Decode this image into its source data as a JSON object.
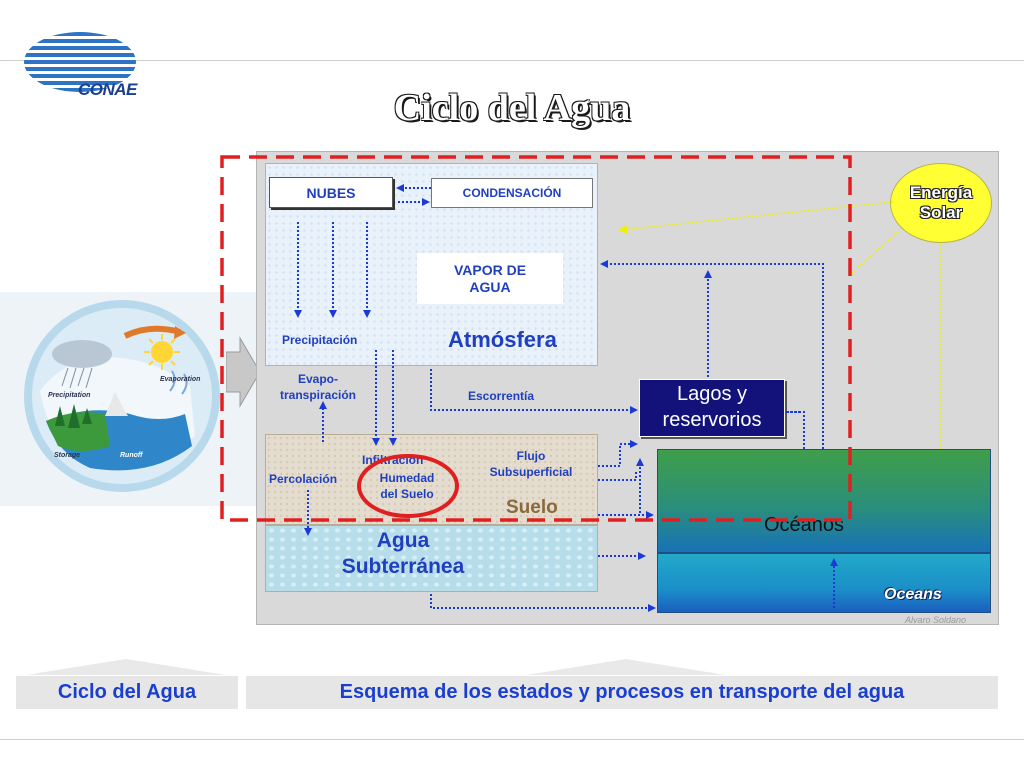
{
  "header": {
    "logo_text": "CONAE",
    "title": "Ciclo del Agua"
  },
  "illustration": {
    "labels": [
      "Precipitation",
      "Evaporation",
      "Storage",
      "Runoff"
    ]
  },
  "diagram": {
    "nubes": "NUBES",
    "condensacion": "CONDENSACIÓN",
    "vapor_line1": "VAPOR DE",
    "vapor_line2": "AGUA",
    "precipitacion": "Precipitación",
    "atmosfera": "Atmósfera",
    "evapo_line1": "Evapo-",
    "evapo_line2": "transpiración",
    "escorrentia": "Escorrentía",
    "lagos_line1": "Lagos y",
    "lagos_line2": "reservorios",
    "energia_line1": "Energía",
    "energia_line2": "Solar",
    "infiltracion": "Infiltración",
    "humedad_line1": "Humedad",
    "humedad_line2": "del Suelo",
    "percolacion": "Percolación",
    "flujo_line1": "Flujo",
    "flujo_line2": "Subsuperficial",
    "suelo": "Suelo",
    "agua_line1": "Agua",
    "agua_line2": "Subterránea",
    "oceanos": "Océanos",
    "oceans": "Oceans",
    "credit": "Alvaro Soldano"
  },
  "footer": {
    "left": "Ciclo del Agua",
    "right": "Esquema de los estados y procesos en transporte del agua"
  },
  "colors": {
    "label_blue": "#1f3fbf",
    "highlight_red": "#e02020",
    "lagos_bg": "#12127a",
    "sun_fill": "#ffff33"
  }
}
